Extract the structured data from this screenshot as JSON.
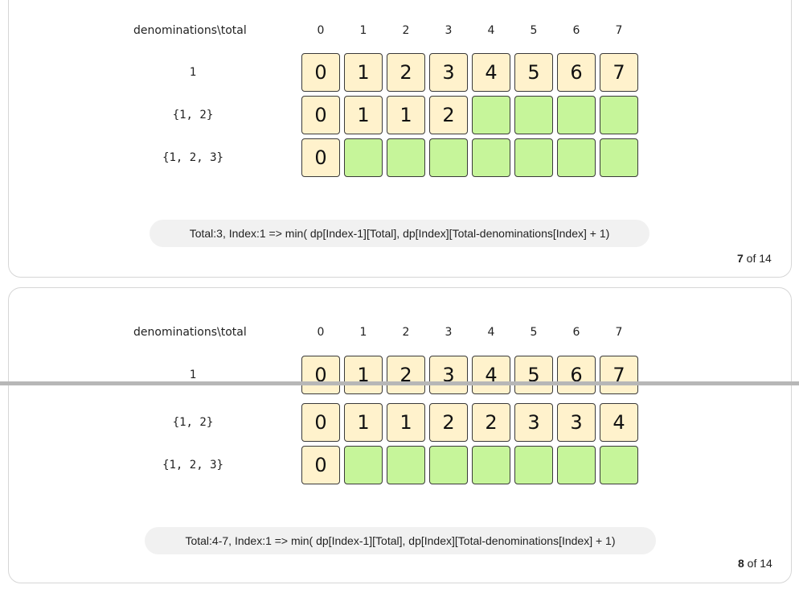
{
  "slides": [
    {
      "corner_label": "denominations\\total",
      "columns": [
        "0",
        "1",
        "2",
        "3",
        "4",
        "5",
        "6",
        "7"
      ],
      "rows": [
        {
          "label": "1",
          "cells": [
            "0",
            "1",
            "2",
            "3",
            "4",
            "5",
            "6",
            "7"
          ]
        },
        {
          "label": "{1, 2}",
          "cells": [
            "0",
            "1",
            "1",
            "2",
            "",
            "",
            "",
            ""
          ]
        },
        {
          "label": "{1, 2, 3}",
          "cells": [
            "0",
            "",
            "",
            "",
            "",
            "",
            "",
            ""
          ]
        }
      ],
      "caption": "Total:3, Index:1 => min( dp[Index-1][Total], dp[Index][Total-denominations[Index] + 1)",
      "counter_current": "7",
      "counter_rest": " of 14"
    },
    {
      "corner_label": "denominations\\total",
      "columns": [
        "0",
        "1",
        "2",
        "3",
        "4",
        "5",
        "6",
        "7"
      ],
      "rows": [
        {
          "label": "1",
          "cells": [
            "0",
            "1",
            "2",
            "3",
            "4",
            "5",
            "6",
            "7"
          ]
        },
        {
          "label": "{1, 2}",
          "cells": [
            "0",
            "1",
            "1",
            "2",
            "2",
            "3",
            "3",
            "4"
          ]
        },
        {
          "label": "{1, 2, 3}",
          "cells": [
            "0",
            "",
            "",
            "",
            "",
            "",
            "",
            ""
          ]
        }
      ],
      "caption": "Total:4-7, Index:1 => min( dp[Index-1][Total], dp[Index][Total-denominations[Index] + 1)",
      "counter_current": "8",
      "counter_rest": " of 14"
    }
  ],
  "colors": {
    "filled_cell": "#fff2cc",
    "empty_cell": "#c6f59a",
    "caption_bg": "#f1f1f1"
  }
}
